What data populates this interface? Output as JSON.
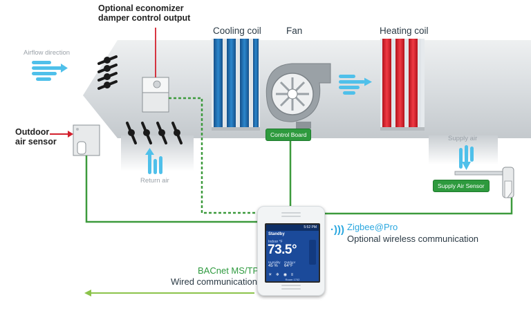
{
  "labels": {
    "economizer": "Optional economizer\ndamper control output",
    "airflow_direction": "Airflow direction",
    "outdoor_air_sensor": "Outdoor\nair sensor",
    "return_air": "Return air",
    "cooling_coil": "Cooling coil",
    "fan": "Fan",
    "heating_coil": "Heating coil",
    "control_board": "Control Board",
    "supply_air": "Supply air",
    "supply_air_sensor": "Supply Air Sensor",
    "zigbee": "Zigbee@Pro",
    "wireless": "Optional wireless communication",
    "bacnet": "BACnet MS/TP",
    "wired": "Wired communication"
  },
  "thermostat": {
    "time": "5:52 PM",
    "mode": "Standby",
    "indoor_label": "Indoor °F",
    "temperature": "73.5°",
    "humidity_label": "Humidity",
    "humidity_value": "45 %",
    "outdoor_label": "Outdoor",
    "outdoor_value": "64°F",
    "bottom_text": "Room 1702"
  },
  "colors": {
    "duct": "#d6dadd",
    "cooling": "#1f6fb0",
    "heating": "#e32430",
    "wire_green": "#3c9a3c",
    "air_arrow": "#4fc0ea",
    "accent_blue": "#2aa7df",
    "accent_green": "#2e9a3e",
    "marker_red": "#d3202d"
  }
}
